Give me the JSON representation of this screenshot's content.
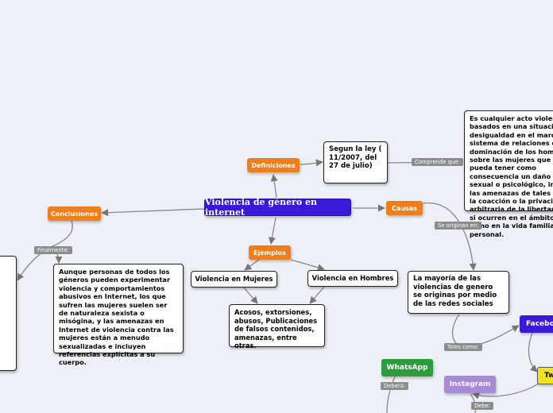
{
  "central": {
    "title": "Violencia de género en internet"
  },
  "definiciones": {
    "label": "Definiciones",
    "ley": "Segun la ley ( 11/2007, del 27 de julio)",
    "rel_label": "Comprende que:",
    "definition": "Es cualquier acto violento basados en una situación de desigualdad en el marco de un sistema de relaciones de dominación de los hombres sobre las mujeres que tenga o pueda tener como consecuencia un daño físico, sexual o psicológico, incluidas las amenazas de tales actos y la coacción o la privación arbitraria de la libertad, tanto si ocurren en el ámbito público como en la vida familiar o personal."
  },
  "causas": {
    "label": "Causas",
    "rel_label": "Se originan en:",
    "origin": "La mayoría de las violencias de genero se originas por medio de las redes sociales",
    "tales_label": "Tales como:",
    "networks": {
      "facebook": "Facebook",
      "twitter": "Twitter",
      "instagram": "Instagram",
      "whatsapp": "WhatsApp"
    },
    "debe_label": "Debe:",
    "debera_label": "Deberá:"
  },
  "ejemplos": {
    "label": "Ejemplos",
    "mujeres": "Violencia en Mujeres",
    "hombres": "Violencia en Hombres",
    "detail": "Acosos, extorsiones, abusos, Publicaciones de falsos contenidos, amenazas, entre otras."
  },
  "conclusiones": {
    "label": "Conclusiones",
    "rel_label": "Finalmente:",
    "text": "Aunque personas de todos los géneros pueden experimentar violencia y comportamientos abusivos en Internet, los que sufren las mujeres suelen ser de naturaleza sexista o misógina, y las amenazas en Internet de violencia contra las mujeres están a menudo sexualizadas e incluyen referencias explícitas a su cuerpo."
  }
}
